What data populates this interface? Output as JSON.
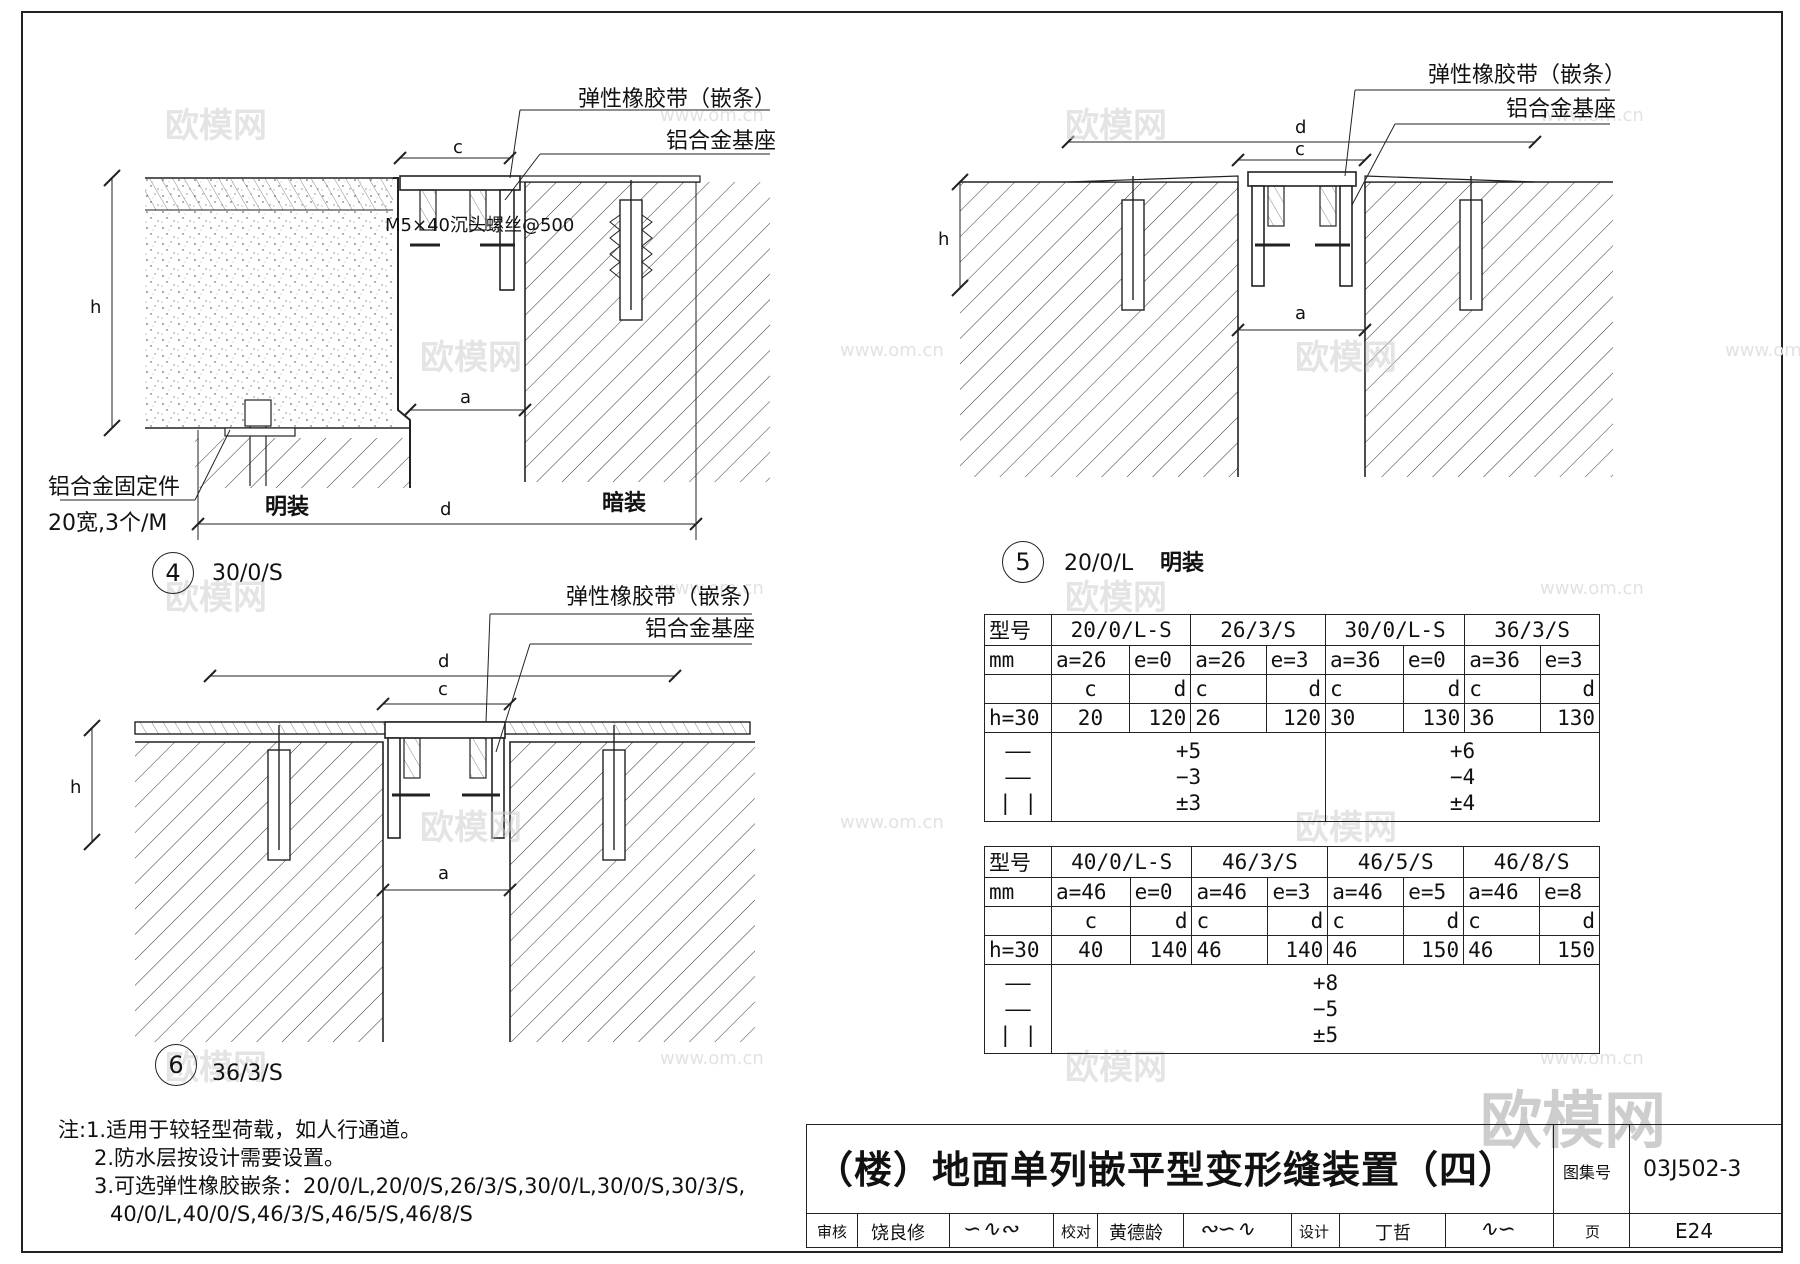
{
  "watermarks": {
    "site": "欧模网",
    "url": "www.om.cn",
    "brand": "欧模网"
  },
  "detail4": {
    "number": "4",
    "model": "30/0/S",
    "rubber_label": "弹性橡胶带（嵌条）",
    "base_label": "铝合金基座",
    "screw_label": "M5×40沉头螺丝@500",
    "fixer_label": "铝合金固定件",
    "fixer_spec": "20宽,3个/M",
    "exposed": "明装",
    "concealed": "暗装",
    "dims": {
      "c": "c",
      "a": "a",
      "d": "d",
      "h": "h"
    }
  },
  "detail5": {
    "number": "5",
    "model": "20/0/L",
    "install": "明装",
    "rubber_label": "弹性橡胶带（嵌条）",
    "base_label": "铝合金基座",
    "dims": {
      "c": "c",
      "a": "a",
      "d": "d",
      "h": "h"
    }
  },
  "detail6": {
    "number": "6",
    "model": "36/3/S",
    "rubber_label": "弹性橡胶带（嵌条）",
    "base_label": "铝合金基座",
    "dims": {
      "c": "c",
      "a": "a",
      "d": "d",
      "h": "h"
    }
  },
  "table1": {
    "header_label": "型号",
    "unit_label": "mm",
    "models": [
      "20/0/L-S",
      "26/3/S",
      "30/0/L-S",
      "36/3/S"
    ],
    "params": [
      [
        "a=26",
        "e=0"
      ],
      [
        "a=26",
        "e=3"
      ],
      [
        "a=36",
        "e=0"
      ],
      [
        "a=36",
        "e=3"
      ]
    ],
    "cd_labels": [
      "c",
      "d",
      "c",
      "d",
      "c",
      "d",
      "c",
      "d"
    ],
    "h_label": "h=30",
    "values": [
      "20",
      "120",
      "26",
      "120",
      "30",
      "130",
      "36",
      "130"
    ],
    "tol_symbols": [
      "——",
      "——",
      "| |"
    ],
    "tol_group1": [
      "+5",
      "−3",
      "±3"
    ],
    "tol_group2": [
      "+6",
      "−4",
      "±4"
    ]
  },
  "table2": {
    "header_label": "型号",
    "unit_label": "mm",
    "models": [
      "40/0/L-S",
      "46/3/S",
      "46/5/S",
      "46/8/S"
    ],
    "params": [
      [
        "a=46",
        "e=0"
      ],
      [
        "a=46",
        "e=3"
      ],
      [
        "a=46",
        "e=5"
      ],
      [
        "a=46",
        "e=8"
      ]
    ],
    "cd_labels": [
      "c",
      "d",
      "c",
      "d",
      "c",
      "d",
      "c",
      "d"
    ],
    "h_label": "h=30",
    "values": [
      "40",
      "140",
      "46",
      "140",
      "46",
      "150",
      "46",
      "150"
    ],
    "tol_symbols": [
      "——",
      "——",
      "| |"
    ],
    "tol_all": [
      "+8",
      "−5",
      "±5"
    ]
  },
  "notes": {
    "line1": "注:1.适用于较轻型荷载，如人行通道。",
    "line2": "2.防水层按设计需要设置。",
    "line3": "3.可选弹性橡胶嵌条：20/0/L,20/0/S,26/3/S,30/0/L,30/0/S,30/3/S,",
    "line4": "40/0/L,40/0/S,46/3/S,46/5/S,46/8/S"
  },
  "title_block": {
    "title": "（楼）地面单列嵌平型变形缝装置（四）",
    "atlas_label": "图集号",
    "atlas_no": "03J502-3",
    "review_label": "审核",
    "reviewer": "饶良修",
    "check_label": "校对",
    "checker": "黄德龄",
    "design_label": "设计",
    "designer": "丁哲",
    "page_label": "页",
    "page_no": "E24"
  }
}
